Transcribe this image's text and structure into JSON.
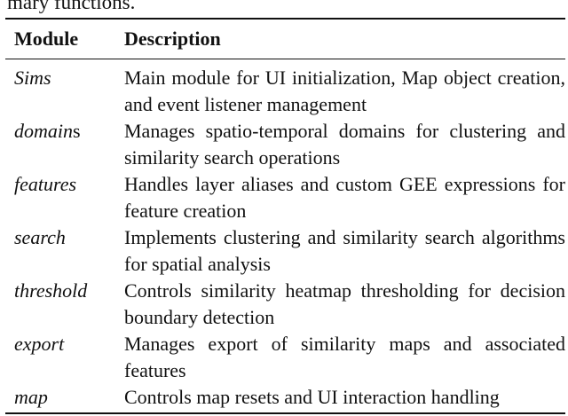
{
  "caption_tail": "mary functions.",
  "table": {
    "headers": [
      "Module",
      "Description"
    ],
    "rows": [
      {
        "module_italic": "Sims",
        "module_upright": "",
        "description": "Main module for UI initialization, Map object creation, and event listener management"
      },
      {
        "module_italic": "domain",
        "module_upright": "s",
        "description": "Manages spatio-temporal domains for clustering and similarity search operations"
      },
      {
        "module_italic": "features",
        "module_upright": "",
        "description": "Handles layer aliases and custom GEE expressions for feature creation"
      },
      {
        "module_italic": "search",
        "module_upright": "",
        "description": "Implements clustering and similarity search algorithms for spatial analysis"
      },
      {
        "module_italic": "threshold",
        "module_upright": "",
        "description": "Controls similarity heatmap thresholding for decision boundary detection"
      },
      {
        "module_italic": "export",
        "module_upright": "",
        "description": "Manages export of similarity maps and associated features"
      },
      {
        "module_italic": "map",
        "module_upright": "",
        "description": "Controls map resets and UI interaction handling"
      }
    ]
  }
}
